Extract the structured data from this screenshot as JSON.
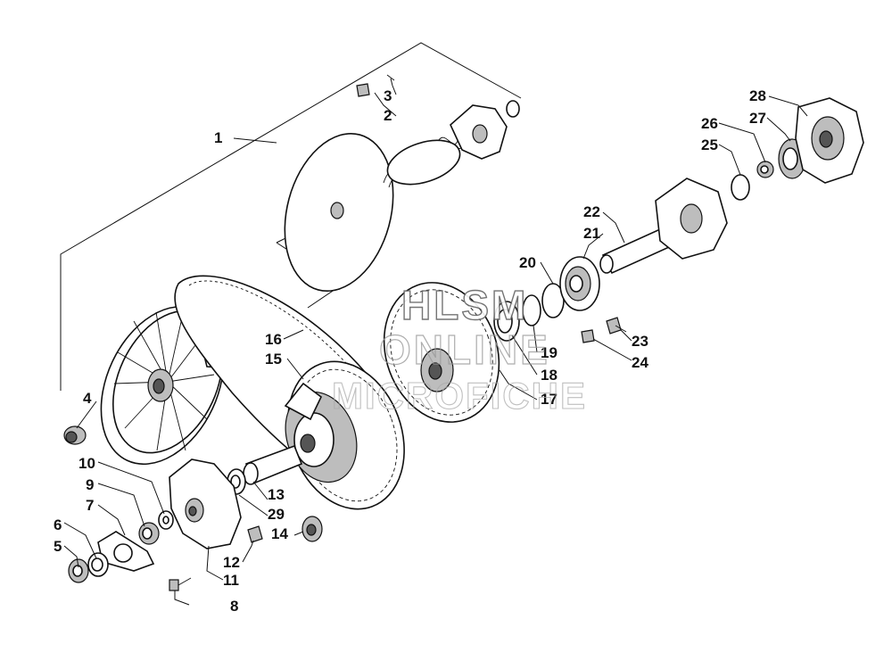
{
  "watermark": {
    "line1": "HLSM",
    "line2": "ONLINE",
    "line3": "MICROFICHE"
  },
  "callouts": {
    "c1": "1",
    "c2": "2",
    "c3": "3",
    "c4": "4",
    "c5": "5",
    "c6": "6",
    "c7": "7",
    "c8": "8",
    "c9": "9",
    "c10": "10",
    "c11": "11",
    "c12": "12",
    "c13": "13",
    "c14": "14",
    "c15": "15",
    "c16": "16",
    "c17": "17",
    "c18": "18",
    "c19": "19",
    "c20": "20",
    "c21": "21",
    "c22": "22",
    "c23": "23",
    "c24": "24",
    "c25": "25",
    "c26": "26",
    "c27": "27",
    "c28": "28",
    "c29": "29"
  },
  "colors": {
    "ink": "#111111",
    "shade": "#bdbdbd",
    "paper": "#ffffff"
  }
}
